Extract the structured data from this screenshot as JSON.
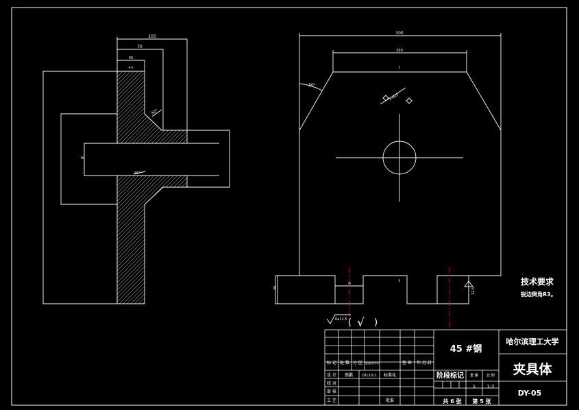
{
  "dimensions": {
    "side_width_105": "105",
    "side_width_70": "70",
    "side_width_45": "45",
    "side_section": "A-A",
    "side_angle_30": "30°",
    "side_angle_45": "45°",
    "side_bore": "Ø",
    "front_width_300": "300",
    "front_width_200": "200",
    "front_top_mark": "F",
    "front_chamfer_angle": "30°",
    "front_holes": "2-Ø10",
    "front_base_height": "40",
    "front_slot_left": "W",
    "front_slot_mid": "E",
    "front_roughness": "12.5"
  },
  "tech": {
    "title": "技术要求",
    "note": "锐边倒角R3。"
  },
  "roughness_note": {
    "value": "Ra12.5",
    "paren": "(",
    "check": "√",
    "paren_close": ")"
  },
  "title_block": {
    "material": "45 #钢",
    "university": "哈尔滨理工大学",
    "part_name": "夹具体",
    "drawing_no": "DY-05",
    "row_markers": "标 记",
    "row_count": "处 数",
    "row_zone": "分 区",
    "row_change_doc": "更改文件号",
    "row_signature": "签 名",
    "row_date": "年.月.日",
    "design": "设 计",
    "designer": "翁鹏",
    "design_date": "2013.6.1",
    "standardize": "标准化",
    "check": "校 对",
    "review": "审 核",
    "process": "工 艺",
    "approve": "批准",
    "stage_mark": "阶段标记",
    "weight": "重 量",
    "scale": "比 例",
    "qty": "1",
    "scale_value": "1:2",
    "sheet_total": "共 6 张",
    "sheet_no": "第 5 张"
  }
}
